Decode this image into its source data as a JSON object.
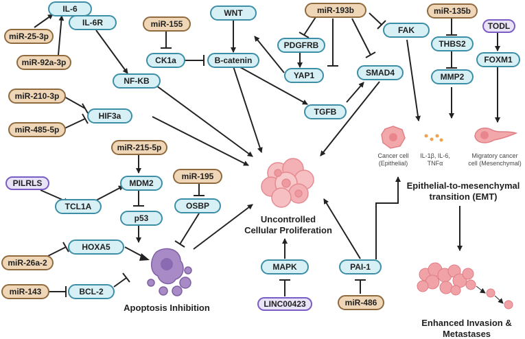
{
  "nodes": {
    "il6": "IL-6",
    "il6r": "IL-6R",
    "mir25_3p": "miR-25-3p",
    "mir92a_3p": "miR-92a-3p",
    "nfkb": "NF-KB",
    "mir155": "miR-155",
    "ck1a": "CK1a",
    "wnt": "WNT",
    "bcatenin": "B-catenin",
    "mir193b": "miR-193b",
    "pdgfrb": "PDGFRB",
    "yap1": "YAP1",
    "smad4": "SMAD4",
    "tgfb": "TGFB",
    "fak": "FAK",
    "mir135b": "miR-135b",
    "thbs2": "THBS2",
    "mmp2": "MMP2",
    "todl": "TODL",
    "foxm1": "FOXM1",
    "mir210_3p": "miR-210-3p",
    "mir485_5p": "miR-485-5p",
    "hif3a": "HIF3a",
    "mir215_5p": "miR-215-5p",
    "mdm2": "MDM2",
    "pilrls": "PILRLS",
    "tcl1a": "TCL1A",
    "p53": "p53",
    "mir195": "miR-195",
    "osbp": "OSBP",
    "hoxa5": "HOXA5",
    "mir26a_2": "miR-26a-2",
    "mir143": "miR-143",
    "bcl2": "BCL-2",
    "mapk": "MAPK",
    "linc00423": "LINC00423",
    "pai1": "PAI-1",
    "mir486": "miR-486"
  },
  "labels": {
    "uncontrolled_l1": "Uncontrolled",
    "uncontrolled_l2": "Cellular Proliferation",
    "apoptosis": "Apoptosis Inhibition",
    "emt_l1": "Epithelial-to-mesenchymal",
    "emt_l2": "transition (EMT)",
    "invasion_l1": "Enhanced Invasion &",
    "invasion_l2": "Metastases",
    "cancer_cell_l1": "Cancer cell",
    "cancer_cell_l2": "(Epithelial)",
    "cytokines_l1": "IL-1β, IL-6,",
    "cytokines_l2": "TNFα",
    "migratory_l1": "Migratory cancer",
    "migratory_l2": "cell (Mesenchymal)"
  },
  "colors": {
    "gene_fill": "#d7f0f5",
    "gene_border": "#3b8ea6",
    "mirna_fill": "#efd6b7",
    "mirna_border": "#8e6a3e",
    "lnc_fill": "#e8e3f7",
    "lnc_border": "#7b5cc4",
    "edge": "#222222",
    "cell_pink": "#f1a2a6",
    "apoptosis_purple": "#9a7cbb"
  }
}
